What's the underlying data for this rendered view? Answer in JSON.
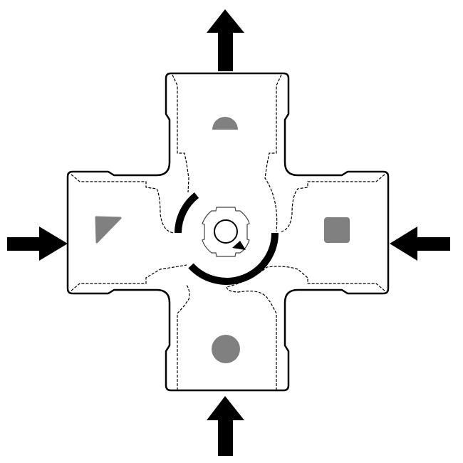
{
  "diagram": {
    "arrows": [
      {
        "id": "top",
        "direction": "outward"
      },
      {
        "id": "bottom",
        "direction": "inward"
      },
      {
        "id": "left",
        "direction": "inward"
      },
      {
        "id": "right",
        "direction": "inward"
      }
    ],
    "markers": [
      {
        "arm": "top",
        "shape": "semicircle"
      },
      {
        "arm": "left",
        "shape": "triangle"
      },
      {
        "arm": "right",
        "shape": "square"
      },
      {
        "arm": "bottom",
        "shape": "circle"
      }
    ],
    "colors": {
      "outline": "#000000",
      "marker": "#808080",
      "background": "#ffffff"
    }
  }
}
